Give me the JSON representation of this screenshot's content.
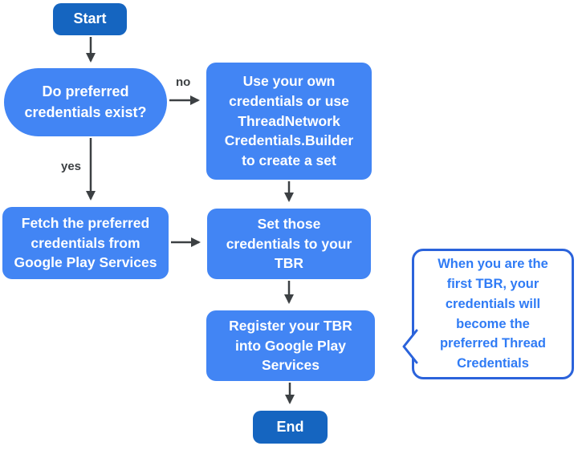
{
  "title": "Thread credentials flowchart",
  "colors": {
    "process": "#4285F4",
    "terminal": "#1565C0",
    "arrow": "#3C4043",
    "callout-border": "#2B63DB",
    "callout-text": "#2F7BF5",
    "node-text": "#FFFFFF",
    "bg": "#FFFFFF"
  },
  "nodes": {
    "start": {
      "label": "Start"
    },
    "decision": {
      "label": "Do preferred\ncredentials exist?"
    },
    "use_own": {
      "label": "Use your own\ncredentials or use\nThreadNetwork\nCredentials.Builder\nto create a set"
    },
    "fetch": {
      "label": "Fetch the preferred\ncredentials from\nGoogle Play Services"
    },
    "set_tbr": {
      "label": "Set those\ncredentials to your\nTBR"
    },
    "register": {
      "label": "Register your TBR\ninto Google Play\nServices"
    },
    "end": {
      "label": "End"
    }
  },
  "edges": {
    "no_label": "no",
    "yes_label": "yes"
  },
  "callout": {
    "text": "When you are the\nfirst TBR, your\ncredentials will\nbecome the\npreferred Thread\nCredentials"
  }
}
